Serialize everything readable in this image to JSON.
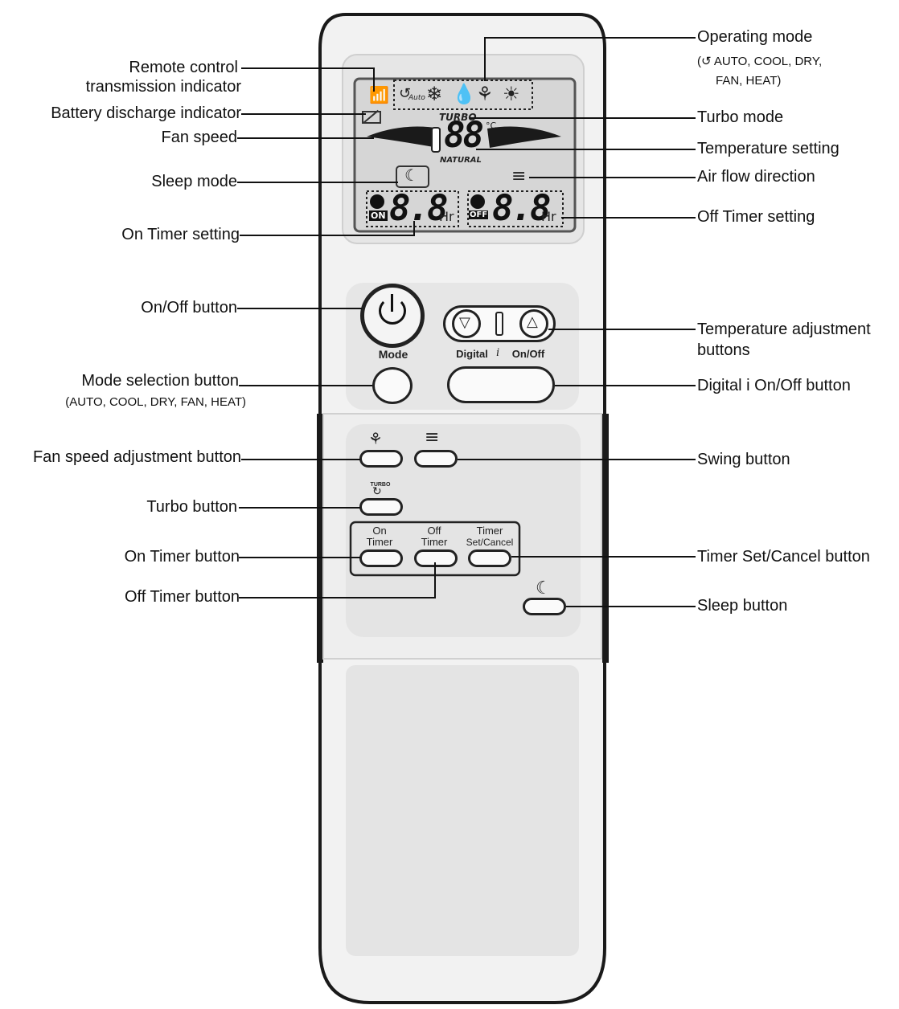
{
  "left_labels": {
    "remote_indicator_line1": "Remote control",
    "remote_indicator_line2": "transmission indicator",
    "battery": "Battery discharge indicator",
    "fan_speed": "Fan speed",
    "sleep_mode": "Sleep mode",
    "on_timer_setting": "On Timer setting",
    "onoff_button": "On/Off button",
    "mode_selection": "Mode selection button",
    "mode_selection_sub": "(AUTO, COOL, DRY, FAN, HEAT)",
    "fan_speed_adjust": "Fan speed adjustment button",
    "turbo_button": "Turbo button",
    "on_timer_button": "On Timer button",
    "off_timer_button": "Off Timer button"
  },
  "right_labels": {
    "operating_mode": "Operating mode",
    "operating_mode_sub1": "(↺ AUTO, COOL, DRY,",
    "operating_mode_sub2": "FAN, HEAT)",
    "turbo_mode": "Turbo mode",
    "temp_setting": "Temperature setting",
    "airflow": "Air flow direction",
    "off_timer_setting": "Off Timer setting",
    "temp_adjust_line1": "Temperature adjustment",
    "temp_adjust_line2": "buttons",
    "digital_onoff": "Digital i On/Off button",
    "swing": "Swing button",
    "timer_set_cancel": "Timer Set/Cancel button",
    "sleep_button": "Sleep button"
  },
  "remote": {
    "display": {
      "auto_text": "Auto",
      "turbo_text": "TURBO",
      "temp_digits": "88",
      "temp_unit": "°C",
      "natural_text": "NATURAL",
      "on_tag": "ON",
      "off_tag": "OFF",
      "timer_digits": "8.8",
      "hr": "Hr"
    },
    "buttons": {
      "mode": "Mode",
      "digital": "Digital",
      "digital_i": "i",
      "digital_onoff": "On/Off",
      "on_timer_1": "On",
      "on_timer_2": "Timer",
      "off_timer_1": "Off",
      "off_timer_2": "Timer",
      "timer_sc_1": "Timer",
      "timer_sc_2": "Set/Cancel",
      "turbo_small": "TURBO"
    }
  },
  "icons": [
    "wifi-signal-icon",
    "battery-icon",
    "auto-mode-icon",
    "cool-snowflake-icon",
    "dry-drop-icon",
    "fan-icon",
    "heat-sun-icon",
    "thermometer-icon",
    "sleep-moon-icon",
    "swing-icon",
    "power-icon",
    "down-triangle-icon",
    "up-triangle-icon",
    "clock-icon"
  ]
}
